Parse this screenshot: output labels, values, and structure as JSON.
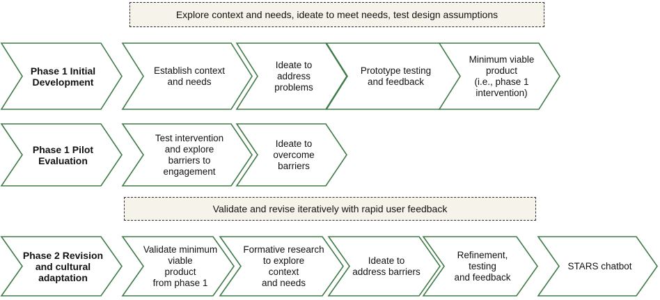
{
  "banners": {
    "top": "Explore context and needs, ideate to meet needs, test design assumptions",
    "middle": "Validate and revise iteratively with rapid user feedback"
  },
  "rows": [
    {
      "phase": [
        "Phase 1 Initial",
        "Development"
      ],
      "steps": [
        [
          "Establish context",
          "and needs"
        ],
        [
          "Ideate to",
          "address",
          "problems"
        ],
        [
          "Prototype testing",
          "and feedback"
        ],
        [
          "Minimum viable",
          "product",
          "(i.e., phase 1",
          "intervention)"
        ]
      ]
    },
    {
      "phase": [
        "Phase 1 Pilot",
        "Evaluation"
      ],
      "steps": [
        [
          "Test intervention",
          "and explore",
          "barriers to",
          "engagement"
        ],
        [
          "Ideate to",
          "overcome",
          "barriers"
        ]
      ]
    },
    {
      "phase": [
        "Phase 2 Revision",
        "and cultural",
        "adaptation"
      ],
      "steps": [
        [
          "Validate minimum",
          "viable",
          "product",
          "from phase 1"
        ],
        [
          "Formative research",
          "to explore",
          "context",
          "and needs"
        ],
        [
          "Ideate to",
          "address barriers"
        ],
        [
          "Refinement, testing",
          "and feedback"
        ],
        [
          "STARS chatbot"
        ]
      ]
    }
  ],
  "colors": {
    "chevron_stroke": "#3d7a46",
    "chevron_fill": "#ffffff",
    "banner_fill": "#f5f3ea"
  }
}
